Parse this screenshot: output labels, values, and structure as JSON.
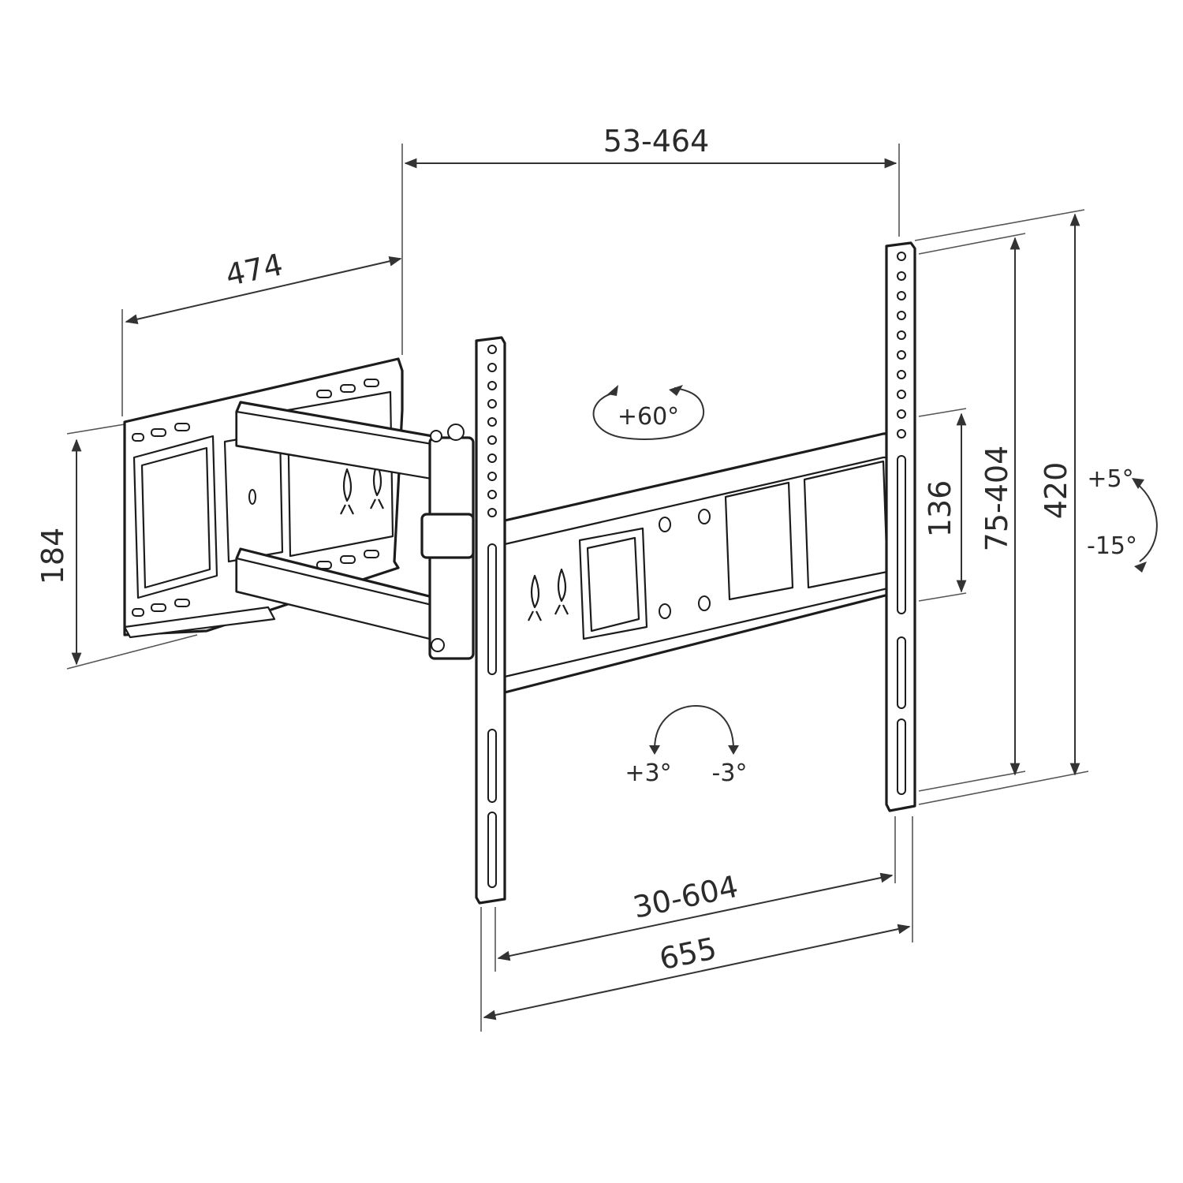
{
  "dimensions": {
    "wall_plate_width": "474",
    "wall_plate_height": "184",
    "extension_range": "53-464",
    "vesa_horizontal": "30-604",
    "overall_width": "655",
    "vesa_vertical_small": "136",
    "vesa_vertical": "75-404",
    "overall_height": "420"
  },
  "angles": {
    "swivel": "+60°",
    "rotate_left": "+3°",
    "rotate_right": "-3°",
    "tilt_up": "+5°",
    "tilt_down": "-15°"
  },
  "arrowhead_icon": "arrowhead-icon"
}
